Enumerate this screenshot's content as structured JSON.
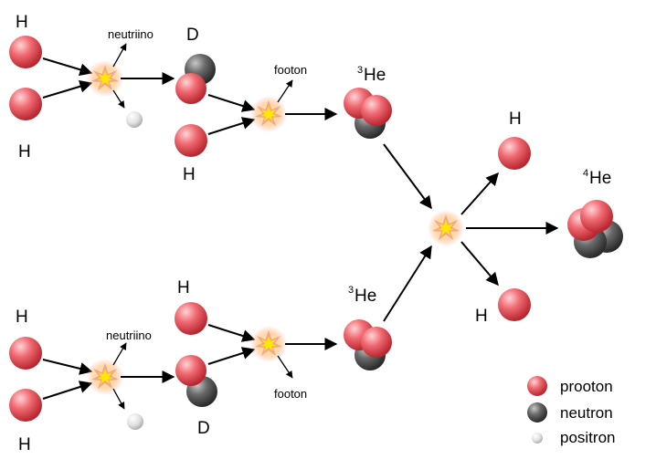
{
  "labels": {
    "h": "H",
    "d": "D",
    "he_sup": "3",
    "he4_sup": "4",
    "he": "He",
    "neutrino": "neutriino",
    "photon": "footon"
  },
  "legend": {
    "proton": "prooton",
    "neutron": "neutron",
    "positron": "positron"
  },
  "colors": {
    "proton": "#e4555d",
    "neutron": "#555555",
    "positron": "#d4d4d4",
    "flash": "#ffd700",
    "arrow": "#000000"
  }
}
